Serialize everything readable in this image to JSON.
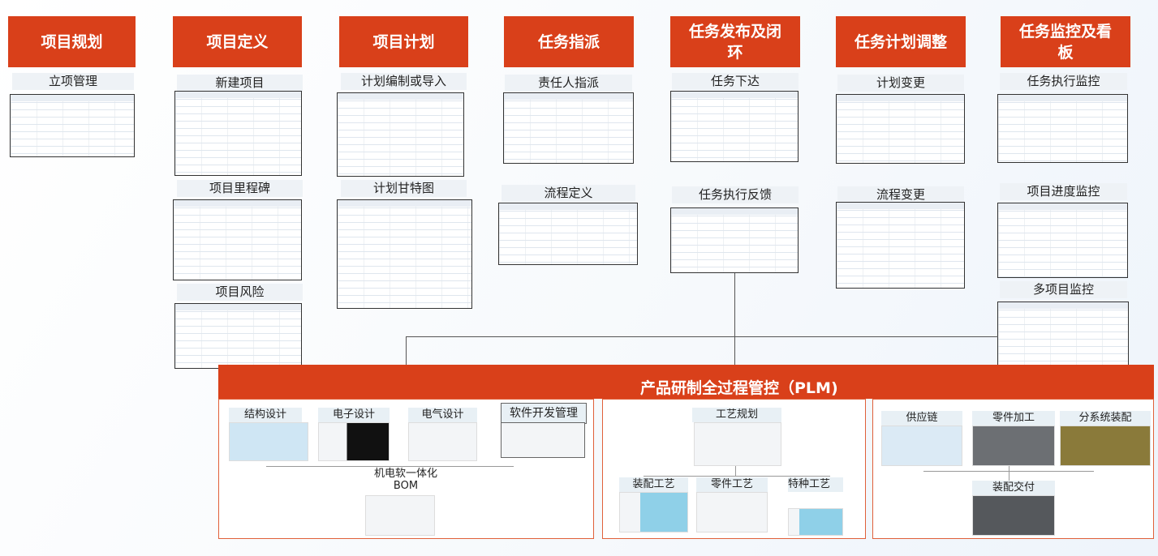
{
  "columns": [
    {
      "title": "项目规划",
      "items": [
        "立项管理"
      ]
    },
    {
      "title": "项目定义",
      "items": [
        "新建项目",
        "项目里程碑",
        "项目风险"
      ]
    },
    {
      "title": "项目计划",
      "items": [
        "计划编制或导入",
        "计划甘特图"
      ]
    },
    {
      "title": "任务指派",
      "items": [
        "责任人指派",
        "流程定义"
      ]
    },
    {
      "title": "任务发布及闭环",
      "items": [
        "任务下达",
        "任务执行反馈"
      ]
    },
    {
      "title": "任务计划调整",
      "items": [
        "计划变更",
        "流程变更"
      ]
    },
    {
      "title": "任务监控及看板",
      "items": [
        "任务执行监控",
        "项目进度监控",
        "多项目监控"
      ]
    }
  ],
  "plm": {
    "title": "产品研制全过程管控（PLM)",
    "design": [
      "结构设计",
      "电子设计",
      "电气设计",
      "软件开发管理"
    ],
    "bom": "机电软一体化BOM",
    "process": {
      "root": "工艺规划",
      "children": [
        "装配工艺",
        "零件工艺",
        "特种工艺"
      ]
    },
    "manufacturing": {
      "items": [
        "供应链",
        "零件加工",
        "分系统装配"
      ],
      "final": "装配交付"
    }
  }
}
